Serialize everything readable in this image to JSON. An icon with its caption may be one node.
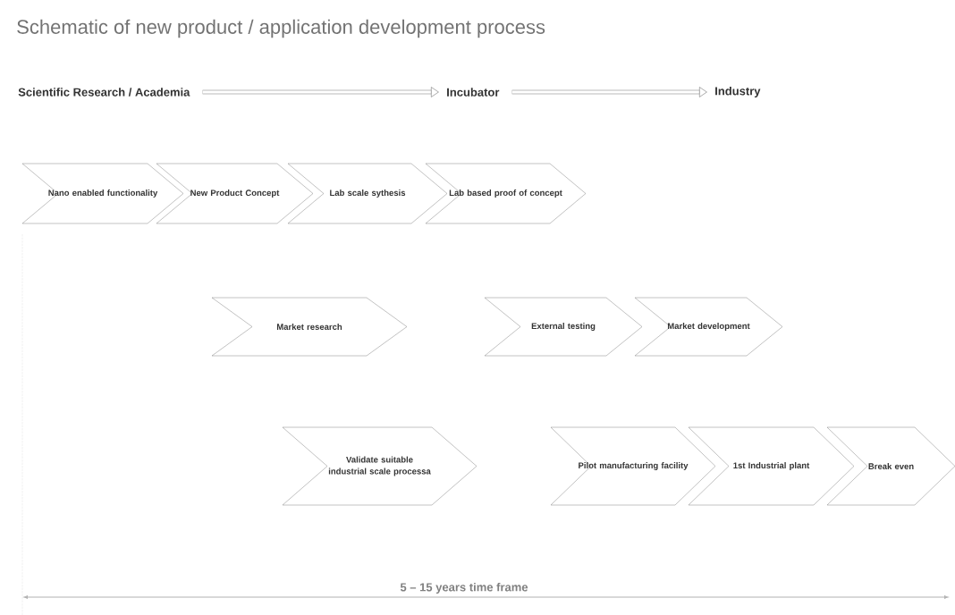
{
  "diagram": {
    "title": "Schematic of new product / application development process",
    "nodes": [
      {
        "text": [
          "Scientific Research / Academia"
        ]
      },
      {
        "text": [
          "Incubator"
        ]
      },
      {
        "text": [
          "Industry"
        ]
      },
      {
        "text": [
          "Nano enabled functionality"
        ]
      },
      {
        "text": [
          "New Product Concept"
        ]
      },
      {
        "text": [
          "Lab scale sythesis"
        ]
      },
      {
        "text": [
          "Lab based proof of concept"
        ]
      },
      {
        "text": [
          "Market research"
        ]
      },
      {
        "text": [
          "External testing"
        ]
      },
      {
        "text": [
          "Market development"
        ]
      },
      {
        "text": [
          "Validate suitable industrial scale processa"
        ]
      },
      {
        "text": [
          "Pilot manufacturing facility"
        ]
      },
      {
        "text": [
          "1st Industrial plant"
        ]
      },
      {
        "text": [
          "Break even"
        ]
      }
    ],
    "edges": [
      {
        "from": 0,
        "to": 1,
        "arrow": "to"
      },
      {
        "from": 1,
        "to": 2,
        "arrow": "to"
      }
    ],
    "labels": [
      "5 – 15 years time frame"
    ]
  }
}
